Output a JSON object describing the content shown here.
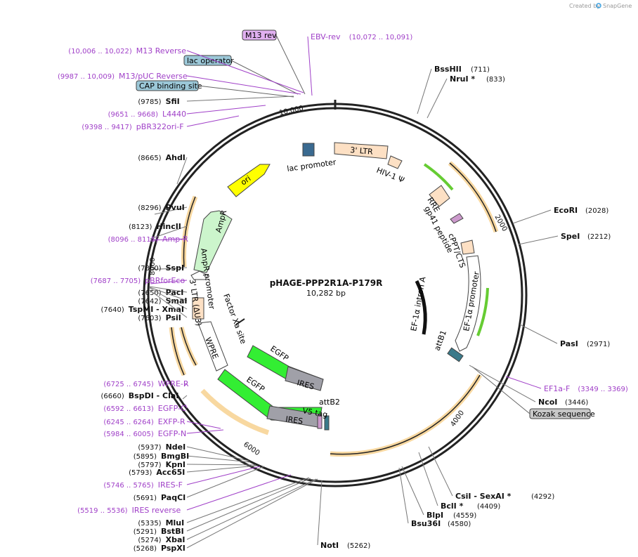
{
  "title": "pHAGE-PPP2R1A-P179R",
  "size_label": "10,282 bp",
  "credit": "Created by",
  "credit_brand": "SnapGene",
  "ticks": [
    "2000",
    "4000",
    "6000",
    "8000",
    "10,000"
  ],
  "colors": {
    "backbone": "#222222",
    "ori": "#ffff00",
    "ampr": "#ccf5cc",
    "egfp": "#33ee33",
    "ires": "#a0a0a8",
    "ltr": "#fde0c4",
    "primer": "#a040c8",
    "orange_arrow": "#f0b040",
    "green_arrow": "#66cc33",
    "box_feature": "#9cc8d8",
    "box_primer": "#e0b0f0",
    "kozak": "#c8c8c8"
  },
  "boxed": {
    "m13rev": "M13 rev",
    "lac_operator": "lac operator",
    "cap_site": "CAP binding site",
    "kozak": "Kozak sequence"
  },
  "left_labels": [
    {
      "pos": "(10,006 .. 10,022)",
      "name": "M13 Reverse",
      "type": "primer"
    },
    {
      "pos": "(9987 .. 10,009)",
      "name": "M13/pUC Reverse",
      "type": "primer"
    },
    {
      "pos": "(9785)",
      "name": "SfiI",
      "type": "enzyme"
    },
    {
      "pos": "(9651 .. 9668)",
      "name": "L4440",
      "type": "primer"
    },
    {
      "pos": "(9398 .. 9417)",
      "name": "pBR322ori-F",
      "type": "primer"
    },
    {
      "pos": "(8665)",
      "name": "AhdI",
      "type": "enzyme"
    },
    {
      "pos": "(8296)",
      "name": "PvuI",
      "type": "enzyme"
    },
    {
      "pos": "(8123)",
      "name": "HincII",
      "type": "enzyme"
    },
    {
      "pos": "(8096 .. 8115)",
      "name": "Amp-R",
      "type": "primer"
    },
    {
      "pos": "(7860)",
      "name": "SspI",
      "type": "enzyme"
    },
    {
      "pos": "(7687 .. 7705)",
      "name": "pBRforEco",
      "type": "primer"
    },
    {
      "pos": "(7650)",
      "name": "PacI",
      "type": "enzyme"
    },
    {
      "pos": "(7642)",
      "name": "SmaI",
      "type": "enzyme"
    },
    {
      "pos": "(7640)",
      "name": "TspMI - XmaI",
      "type": "enzyme"
    },
    {
      "pos": "(7603)",
      "name": "PsiI",
      "type": "enzyme"
    },
    {
      "pos": "(6725 .. 6745)",
      "name": "WPRE-R",
      "type": "primer"
    },
    {
      "pos": "(6660)",
      "name": "BspDI - ClaI",
      "type": "enzyme"
    },
    {
      "pos": "(6592 .. 6613)",
      "name": "EGFP-C",
      "type": "primer"
    },
    {
      "pos": "(6245 .. 6264)",
      "name": "EXFP-R",
      "type": "primer"
    },
    {
      "pos": "(5984 .. 6005)",
      "name": "EGFP-N",
      "type": "primer"
    },
    {
      "pos": "(5937)",
      "name": "NdeI",
      "type": "enzyme"
    },
    {
      "pos": "(5895)",
      "name": "BmgBI",
      "type": "enzyme"
    },
    {
      "pos": "(5797)",
      "name": "KpnI",
      "type": "enzyme"
    },
    {
      "pos": "(5793)",
      "name": "Acc65I",
      "type": "enzyme"
    },
    {
      "pos": "(5746 .. 5765)",
      "name": "IRES-F",
      "type": "primer"
    },
    {
      "pos": "(5691)",
      "name": "PaqCI",
      "type": "enzyme"
    },
    {
      "pos": "(5519 .. 5536)",
      "name": "IRES reverse",
      "type": "primer"
    },
    {
      "pos": "(5335)",
      "name": "MluI",
      "type": "enzyme"
    },
    {
      "pos": "(5291)",
      "name": "BstBI",
      "type": "enzyme"
    },
    {
      "pos": "(5274)",
      "name": "XbaI",
      "type": "enzyme"
    },
    {
      "pos": "(5268)",
      "name": "PspXI",
      "type": "enzyme"
    }
  ],
  "right_labels": [
    {
      "name": "EBV-rev",
      "pos": "(10,072 .. 10,091)",
      "type": "primer"
    },
    {
      "name": "BssHII",
      "pos": "(711)",
      "type": "enzyme"
    },
    {
      "name": "NruI *",
      "pos": "(833)",
      "type": "enzyme"
    },
    {
      "name": "EcoRI",
      "pos": "(2028)",
      "type": "enzyme"
    },
    {
      "name": "SpeI",
      "pos": "(2212)",
      "type": "enzyme"
    },
    {
      "name": "PasI",
      "pos": "(2971)",
      "type": "enzyme"
    },
    {
      "name": "EF1a-F",
      "pos": "(3349 .. 3369)",
      "type": "primer"
    },
    {
      "name": "NcoI",
      "pos": "(3446)",
      "type": "enzyme"
    },
    {
      "name": "CsiI - SexAI *",
      "pos": "(4292)",
      "type": "enzyme"
    },
    {
      "name": "BclI *",
      "pos": "(4409)",
      "type": "enzyme"
    },
    {
      "name": "BlpI",
      "pos": "(4559)",
      "type": "enzyme"
    },
    {
      "name": "Bsu36I",
      "pos": "(4580)",
      "type": "enzyme"
    },
    {
      "name": "NotI",
      "pos": "(5262)",
      "type": "enzyme"
    }
  ],
  "features": {
    "ltr3": "3' LTR",
    "hiv": "HIV-1 Ψ",
    "lac_promoter": "lac promoter",
    "rre": "RRE",
    "gp41": "gp41 peptide",
    "cppt": "cPPT/CTS",
    "ef1a": "EF-1α promoter",
    "ef1a_intron": "EF-1α intron A",
    "attb1": "attB1",
    "attb2": "attB2",
    "v5": "V5 tag",
    "ires": "IRES",
    "ires2": "IRES",
    "egfp": "EGFP",
    "egfp2": "EGFP",
    "factor_xa": "Factor Xa site",
    "wpre": "WPRE",
    "ltr_d": "3' LTR (ΔU3)",
    "ampr_prom": "AmpR promoter",
    "ampr": "AmpR",
    "ori": "ori"
  }
}
